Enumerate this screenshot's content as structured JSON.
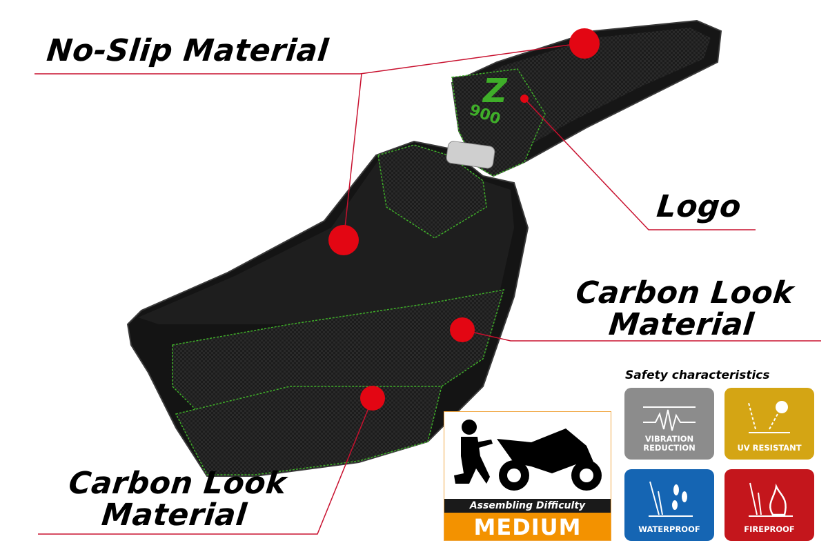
{
  "callouts": {
    "no_slip": "No-Slip Material",
    "logo": "Logo",
    "carbon_right_line1": "Carbon Look",
    "carbon_right_line2": "Material",
    "carbon_left_line1": "Carbon Look",
    "carbon_left_line2": "Material"
  },
  "seat_logo": {
    "letter": "Z",
    "model": "900",
    "color": "#3fae29"
  },
  "assembly": {
    "label": "Assembling Difficulty",
    "level": "MEDIUM",
    "accent": "#f39200"
  },
  "safety": {
    "title": "Safety characteristics",
    "tiles": [
      {
        "label_line1": "VIBRATION",
        "label_line2": "REDUCTION",
        "color": "#8c8c8c",
        "icon": "vibration-icon"
      },
      {
        "label_line1": "UV RESISTANT",
        "label_line2": "",
        "color": "#d4a514",
        "icon": "sun-uv-icon"
      },
      {
        "label_line1": "WATERPROOF",
        "label_line2": "",
        "color": "#1565b3",
        "icon": "water-drops-icon"
      },
      {
        "label_line1": "FIREPROOF",
        "label_line2": "",
        "color": "#c4161c",
        "icon": "flame-icon"
      }
    ]
  },
  "colors": {
    "callout_line": "#c8102e",
    "dot": "#e30613",
    "stitch": "#3fae29"
  }
}
